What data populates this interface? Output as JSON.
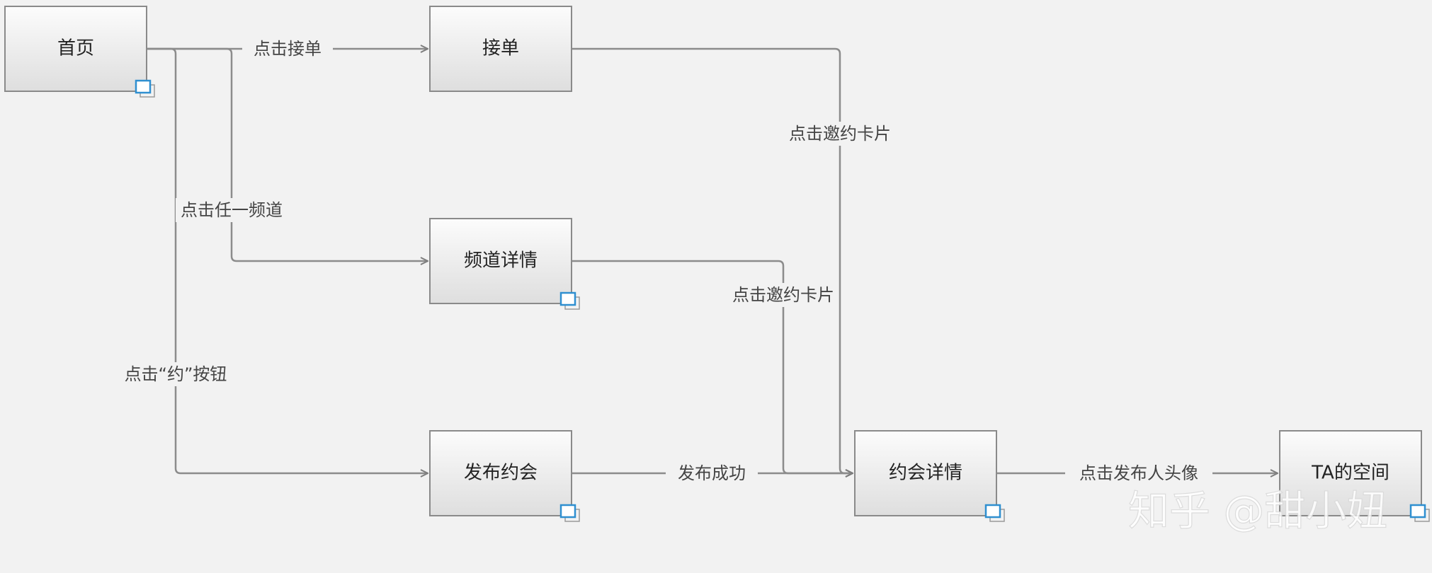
{
  "nodes": {
    "home": "首页",
    "accept_order": "接单",
    "channel_detail": "频道详情",
    "publish_date": "发布约会",
    "date_detail": "约会详情",
    "ta_space": "TA的空间"
  },
  "edges": {
    "home_to_accept": "点击接单",
    "home_to_channel": "点击任一频道",
    "home_to_publish": "点击“约”按钮",
    "accept_to_date": "点击邀约卡片",
    "channel_to_date": "点击邀约卡片",
    "publish_to_date": "发布成功",
    "date_to_ta": "点击发布人头像"
  },
  "watermark": "知乎 @甜小妞",
  "colors": {
    "background": "#f2f2f2",
    "box_border": "#8a8a8a",
    "connector": "#8c8c8c",
    "page_icon": "#2f8fd0"
  }
}
